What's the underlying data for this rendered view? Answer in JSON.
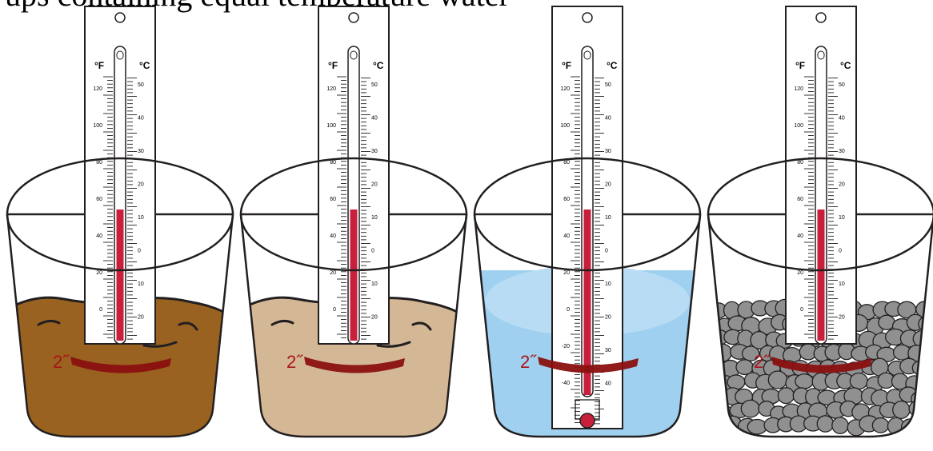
{
  "header_fragment": "ups containing equal temperature water",
  "thermometer": {
    "unit_f": "°F",
    "unit_c": "°C",
    "f_ticks": [
      "120",
      "100",
      "80",
      "60",
      "40",
      "20",
      "0",
      "-20",
      "-40"
    ],
    "c_ticks": [
      "50",
      "40",
      "30",
      "20",
      "10",
      "0",
      "10",
      "20",
      "30",
      "40"
    ]
  },
  "depth_label": "2˝",
  "cups": [
    {
      "name": "dark-soil",
      "fill": "#9a6220"
    },
    {
      "name": "light-sand",
      "fill": "#d4b896"
    },
    {
      "name": "water",
      "fill": "#9fd0ef"
    },
    {
      "name": "gravel",
      "fill": "#8e8e8e"
    }
  ],
  "colors": {
    "mercury": "#c8203c",
    "depth_mark": "#8a1010",
    "outline": "#231f20"
  }
}
